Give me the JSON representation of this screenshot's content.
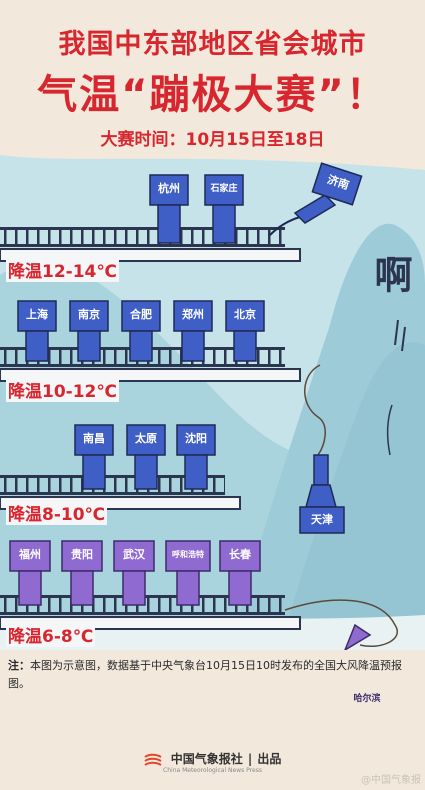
{
  "header": {
    "line1": "我国中东部地区省会城市",
    "line2": "气温“蹦极大赛”！",
    "date_label": "大赛时间：",
    "date_value": "10月15日至18日"
  },
  "tiers": [
    {
      "label": "降温12-14℃",
      "cities": [
        "杭州",
        "石家庄"
      ]
    },
    {
      "label": "降温10-12℃",
      "cities": [
        "上海",
        "南京",
        "合肥",
        "郑州",
        "北京"
      ]
    },
    {
      "label": "降温8-10℃",
      "cities": [
        "南昌",
        "太原",
        "沈阳"
      ]
    },
    {
      "label": "降温6-8℃",
      "cities": [
        "福州",
        "贵阳",
        "武汉",
        "呼和浩特",
        "长春"
      ]
    }
  ],
  "jumpers": [
    "济南",
    "天津",
    "哈尔滨"
  ],
  "shout": "啊",
  "note": {
    "prefix": "注：",
    "text": "本图为示意图，数据基于中央气象台10月15日10时发布的全国大风降温预报图。"
  },
  "footer": {
    "org": "中国气象报社",
    "divider": "|",
    "suffix": "出品",
    "org_en": "China Meteorological News Press"
  },
  "watermark": "@中国气象报",
  "colors": {
    "title_red": "#d8262e",
    "sky": "#bfe0e8",
    "mountain": "#8fc7d4",
    "box_blue": "#3f5fc6",
    "box_purple": "#8f6ad0"
  }
}
